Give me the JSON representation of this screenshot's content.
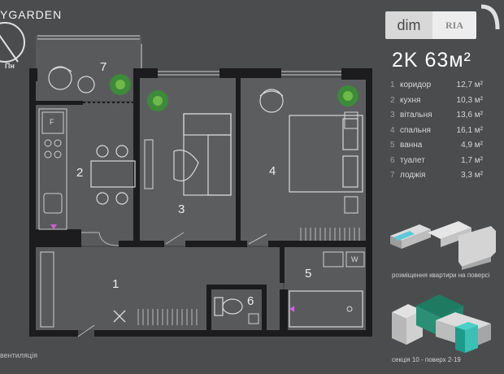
{
  "brand": "YGARDEN",
  "badge": {
    "left": "dim",
    "right": "RIA"
  },
  "apartment": {
    "title": "2K 63м²"
  },
  "rooms": [
    {
      "num": "1",
      "name": "коридор",
      "area": "12,7 м²"
    },
    {
      "num": "2",
      "name": "кухня",
      "area": "10,3 м²"
    },
    {
      "num": "3",
      "name": "вітальня",
      "area": "13,6 м²"
    },
    {
      "num": "4",
      "name": "спальня",
      "area": "16,1 м²"
    },
    {
      "num": "5",
      "name": "ванна",
      "area": "4,9 м²"
    },
    {
      "num": "6",
      "name": "туалет",
      "area": "1,7 м²"
    },
    {
      "num": "7",
      "name": "лоджія",
      "area": "3,3 м²"
    }
  ],
  "plan_labels": {
    "r1": "1",
    "r2": "2",
    "r3": "3",
    "r4": "4",
    "r5": "5",
    "r6": "6",
    "r7": "7",
    "fridge": "F",
    "washer": "W"
  },
  "compass": {
    "label": "Пн"
  },
  "captions": {
    "floor_location": "розміщення квартири на поверсі",
    "section": "секція 10 - поверх 2-19"
  },
  "vent_label": "вентиляція",
  "colors": {
    "background": "#4b4c4e",
    "accent": "#d060d8",
    "highlight": "#5ec8d8",
    "section_green": "#1f7a62"
  }
}
